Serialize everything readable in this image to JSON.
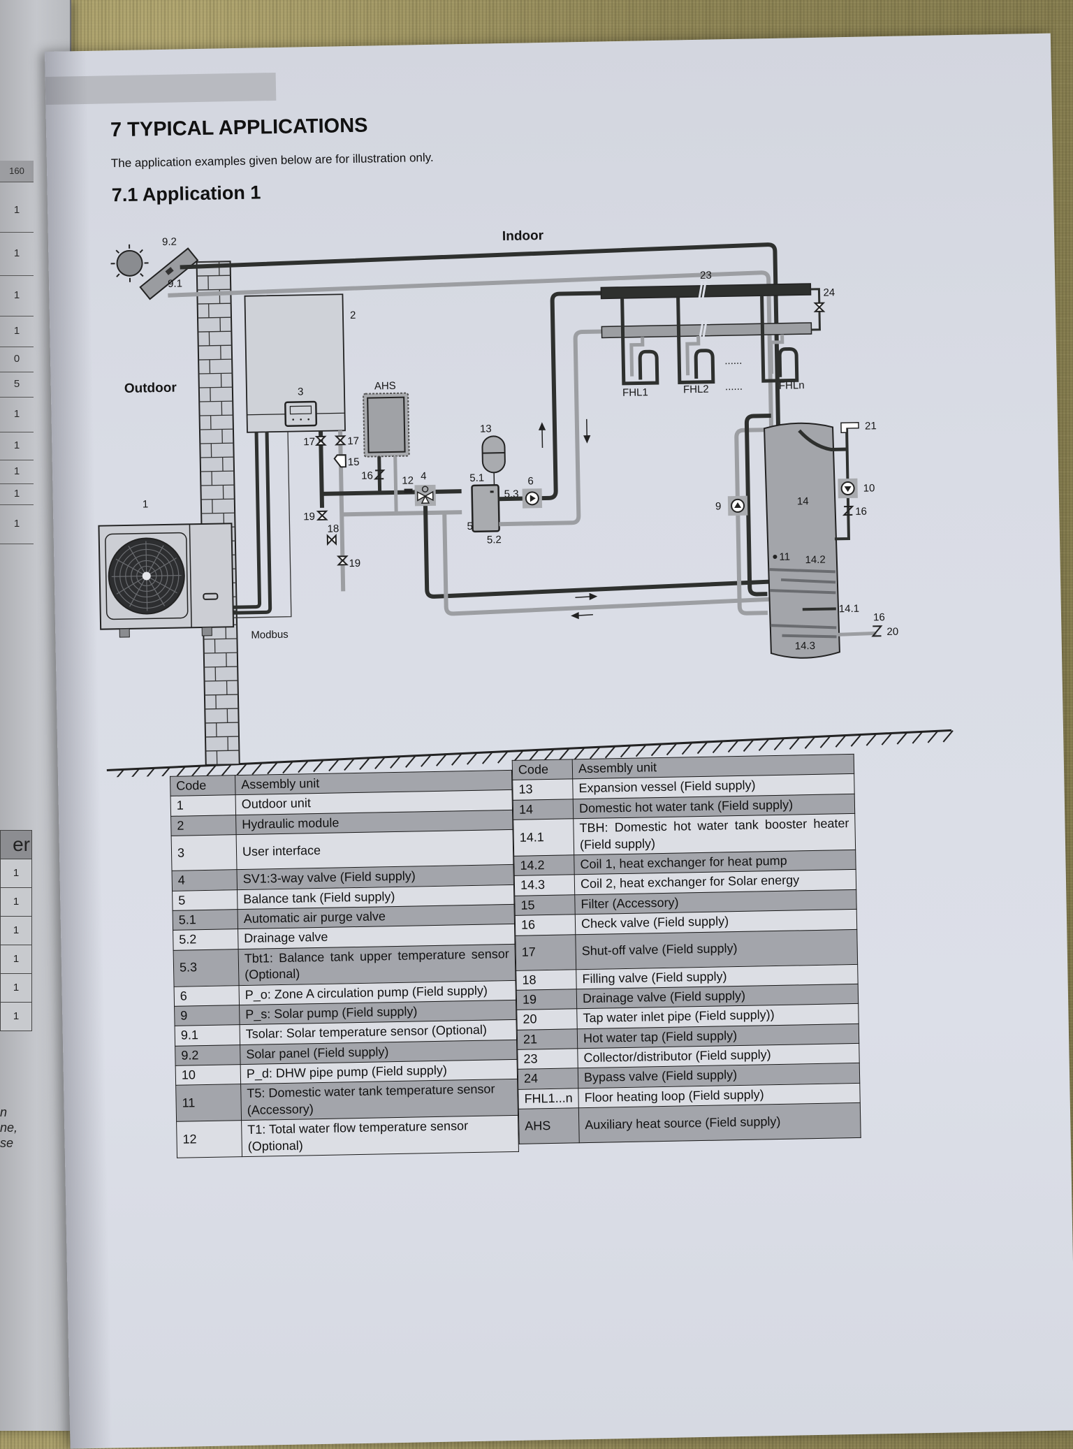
{
  "back_page": {
    "column_values": [
      "160",
      "1",
      "1",
      "1",
      "1",
      "0",
      "5",
      "1",
      "1",
      "1",
      "1",
      "1"
    ],
    "table2_header_fragment": "er",
    "table2_values": [
      "1",
      "1",
      "1",
      "1",
      "1",
      "1"
    ],
    "text_fragments": [
      "n",
      "ne,",
      "se"
    ]
  },
  "page": {
    "section_title": "7 TYPICAL APPLICATIONS",
    "intro": "The application examples given below are for illustration only.",
    "subsection_title": "7.1 Application 1"
  },
  "diagram": {
    "zone_labels": {
      "indoor": "Indoor",
      "outdoor": "Outdoor"
    },
    "modbus_label": "Modbus",
    "callouts": {
      "c1": "1",
      "c2": "2",
      "c3": "3",
      "c4": "4",
      "c5": "5",
      "c5_1": "5.1",
      "c5_2": "5.2",
      "c5_3": "5.3",
      "c6": "6",
      "c9": "9",
      "c9_1": "9.1",
      "c9_2": "9.2",
      "c10": "10",
      "c11": "11",
      "c12": "12",
      "c13": "13",
      "c14": "14",
      "c14_1": "14.1",
      "c14_2": "14.2",
      "c14_3": "14.3",
      "c15": "15",
      "c16a": "16",
      "c16b": "16",
      "c16c": "16",
      "c17a": "17",
      "c17b": "17",
      "c18": "18",
      "c19a": "19",
      "c19b": "19",
      "c20": "20",
      "c21": "21",
      "c23": "23",
      "c24": "24",
      "ahs": "AHS",
      "fhl1": "FHL1",
      "fhl2": "FHL2",
      "fhln": "FHLn",
      "dots1": "......",
      "dots2": "......"
    },
    "colors": {
      "supply_pipe": "#2e302e",
      "return_pipe": "#9c9ea2",
      "component_fill": "#a9abaf"
    }
  },
  "table": {
    "headers": {
      "code": "Code",
      "unit": "Assembly unit"
    },
    "left_rows": [
      {
        "code": "1",
        "unit": "Outdoor unit"
      },
      {
        "code": "2",
        "unit": "Hydraulic module"
      },
      {
        "code": "3",
        "unit": "User interface"
      },
      {
        "code": "4",
        "unit": "SV1:3-way valve (Field supply)"
      },
      {
        "code": "5",
        "unit": "Balance tank (Field supply)"
      },
      {
        "code": "5.1",
        "unit": "Automatic air purge valve"
      },
      {
        "code": "5.2",
        "unit": "Drainage valve"
      },
      {
        "code": "5.3",
        "unit": "Tbt1: Balance tank upper temperature sensor (Optional)"
      },
      {
        "code": "6",
        "unit": "P_o: Zone A circulation pump (Field supply)"
      },
      {
        "code": "9",
        "unit": "P_s: Solar pump (Field supply)"
      },
      {
        "code": "9.1",
        "unit": "Tsolar: Solar temperature sensor (Optional)"
      },
      {
        "code": "9.2",
        "unit": "Solar panel  (Field supply)"
      },
      {
        "code": "10",
        "unit": "P_d: DHW pipe pump (Field supply)"
      },
      {
        "code": "11",
        "unit": "T5: Domestic water tank temperature sensor (Accessory)"
      },
      {
        "code": "12",
        "unit": "T1: Total water flow temperature sensor (Optional)"
      }
    ],
    "right_rows": [
      {
        "code": "13",
        "unit": "Expansion vessel (Field supply)"
      },
      {
        "code": "14",
        "unit": "Domestic hot water tank (Field supply)"
      },
      {
        "code": "14.1",
        "unit": "TBH: Domestic hot water tank booster heater (Field supply)"
      },
      {
        "code": "14.2",
        "unit": "Coil 1, heat exchanger for heat pump"
      },
      {
        "code": "14.3",
        "unit": "Coil 2, heat exchanger for Solar energy"
      },
      {
        "code": "15",
        "unit": "Filter (Accessory)"
      },
      {
        "code": "16",
        "unit": "Check valve (Field supply)"
      },
      {
        "code": "17",
        "unit": "Shut-off valve (Field supply)"
      },
      {
        "code": "18",
        "unit": "Filling valve (Field supply)"
      },
      {
        "code": "19",
        "unit": "Drainage valve (Field supply)"
      },
      {
        "code": "20",
        "unit": "Tap water inlet pipe (Field supply))"
      },
      {
        "code": "21",
        "unit": "Hot water tap (Field supply)"
      },
      {
        "code": "23",
        "unit": "Collector/distributor (Field supply)"
      },
      {
        "code": "24",
        "unit": "Bypass valve (Field supply)"
      },
      {
        "code": "FHL1...n",
        "unit": "Floor heating loop (Field supply)"
      },
      {
        "code": "AHS",
        "unit": "Auxiliary heat source (Field supply)"
      }
    ]
  }
}
